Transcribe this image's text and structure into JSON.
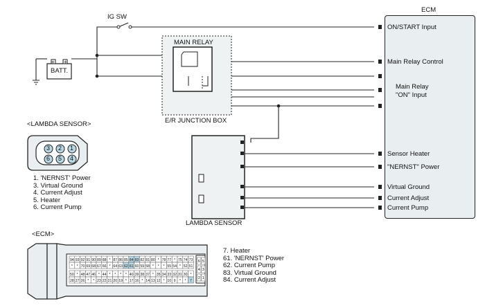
{
  "diagram": {
    "ig_switch_label": "IG SW",
    "battery_label": "BATT.",
    "main_relay_label": "MAIN RELAY",
    "junction_box_label": "E/R JUNCTION BOX",
    "sensor_box_label": "LAMBDA SENSOR",
    "ecm_title": "ECM",
    "ecm_inputs": [
      "ON/START Input",
      "Main Relay Control",
      "Main Relay",
      "\"ON\" Input",
      "Sensor Heater",
      "\"NERNST\" Power",
      "Virtual Ground",
      "Current Adjust",
      "Current Pump"
    ],
    "positive_symbol": "+",
    "negative_symbol": "-"
  },
  "lambda_connector": {
    "title": "<LAMBDA SENSOR>",
    "pins": [
      "3",
      "2",
      "1",
      "6",
      "5",
      "4"
    ],
    "legend": [
      "1. 'NERNST' Power",
      "3. Virtual Ground",
      "4. Current Adjust",
      "5. Heater",
      "6. Current Pump"
    ]
  },
  "ecm_connector": {
    "title": "<ECM>",
    "row1": [
      "94",
      "93",
      "92",
      "91",
      "90",
      "89",
      "88",
      "*",
      "87",
      "86",
      "85",
      "84",
      "83",
      "82",
      "81",
      "80",
      "*",
      "78",
      "77",
      "*",
      "75",
      "74",
      "73"
    ],
    "row2": [
      "*",
      "*",
      "70",
      "69",
      "68",
      "67",
      "66",
      "*",
      "64",
      "63",
      "62",
      "61",
      "60",
      "59",
      "58",
      "*",
      "*",
      "*",
      "55",
      "54",
      "*",
      "52",
      "51"
    ],
    "row3": [
      "50",
      "*",
      "48",
      "47",
      "46",
      "*",
      "44",
      "*",
      "*",
      "*",
      "*",
      "40",
      "39",
      "38",
      "37",
      "*",
      "35",
      "34",
      "33",
      "32",
      "31",
      "30",
      "*"
    ],
    "row4": [
      "28",
      "27",
      "26",
      "*",
      "*",
      "23",
      "22",
      "21",
      "20",
      "19",
      "*",
      "17",
      "16",
      "*",
      "14",
      "13",
      "12",
      "*",
      "10",
      "9",
      "*",
      "*",
      "7"
    ],
    "side_pins": [
      "6",
      "5",
      "4",
      "3",
      "2",
      "1"
    ],
    "legend": [
      "7. Heater",
      "61. 'NERNST' Power",
      "62. Current Pump",
      "83. Virtual Ground",
      "84. Current Adjust"
    ]
  },
  "colors": {
    "line": "#222222",
    "box_fill": "#e9eef0",
    "highlight": "#b9d6e3"
  }
}
